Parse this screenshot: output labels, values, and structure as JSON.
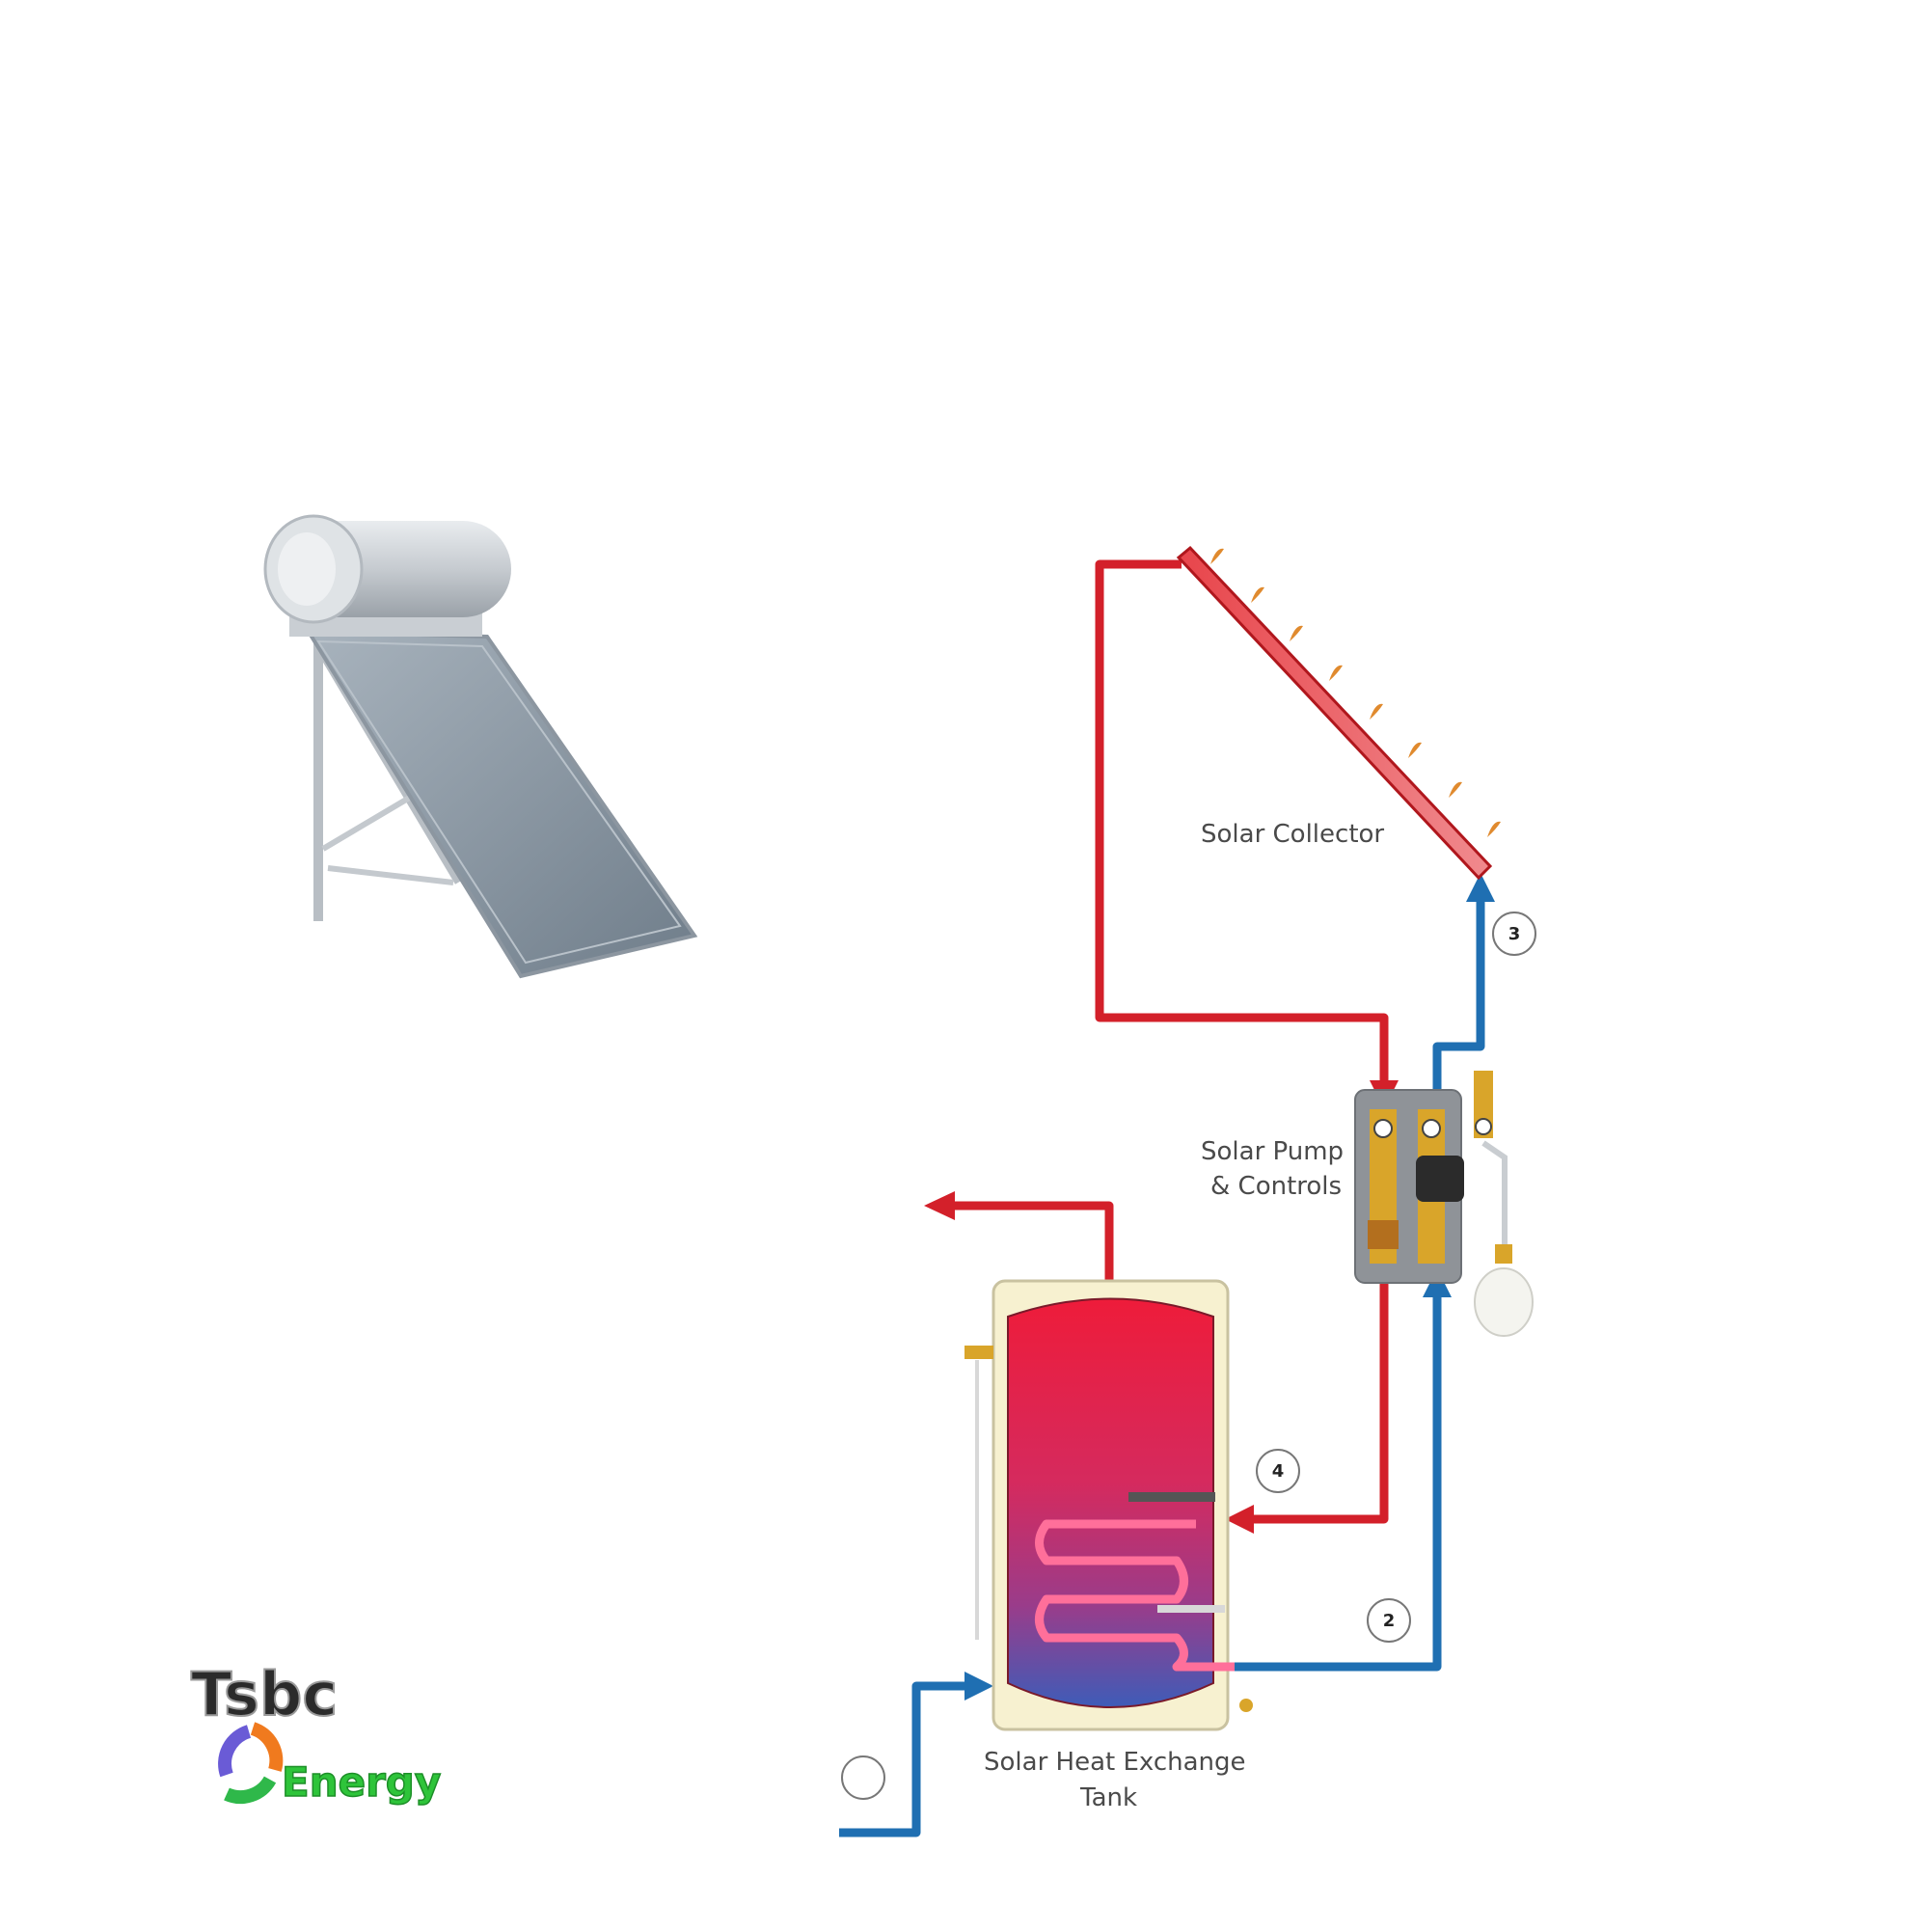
{
  "labels": {
    "solar_collector": "Solar Collector",
    "pump_line1": "Solar Pump",
    "pump_line2": "& Controls",
    "tank_line1": "Solar Heat Exchange",
    "tank_line2": "Tank"
  },
  "markers": {
    "m1": "",
    "m2": "2",
    "m3": "3",
    "m4": "4"
  },
  "logo": {
    "line1": "Tsbc",
    "line2": "Energy"
  },
  "colors": {
    "hot": "#d3202a",
    "cold": "#1f6fb2",
    "tank_shell": "#f7f1d0",
    "brand_green": "#2ec43a"
  }
}
